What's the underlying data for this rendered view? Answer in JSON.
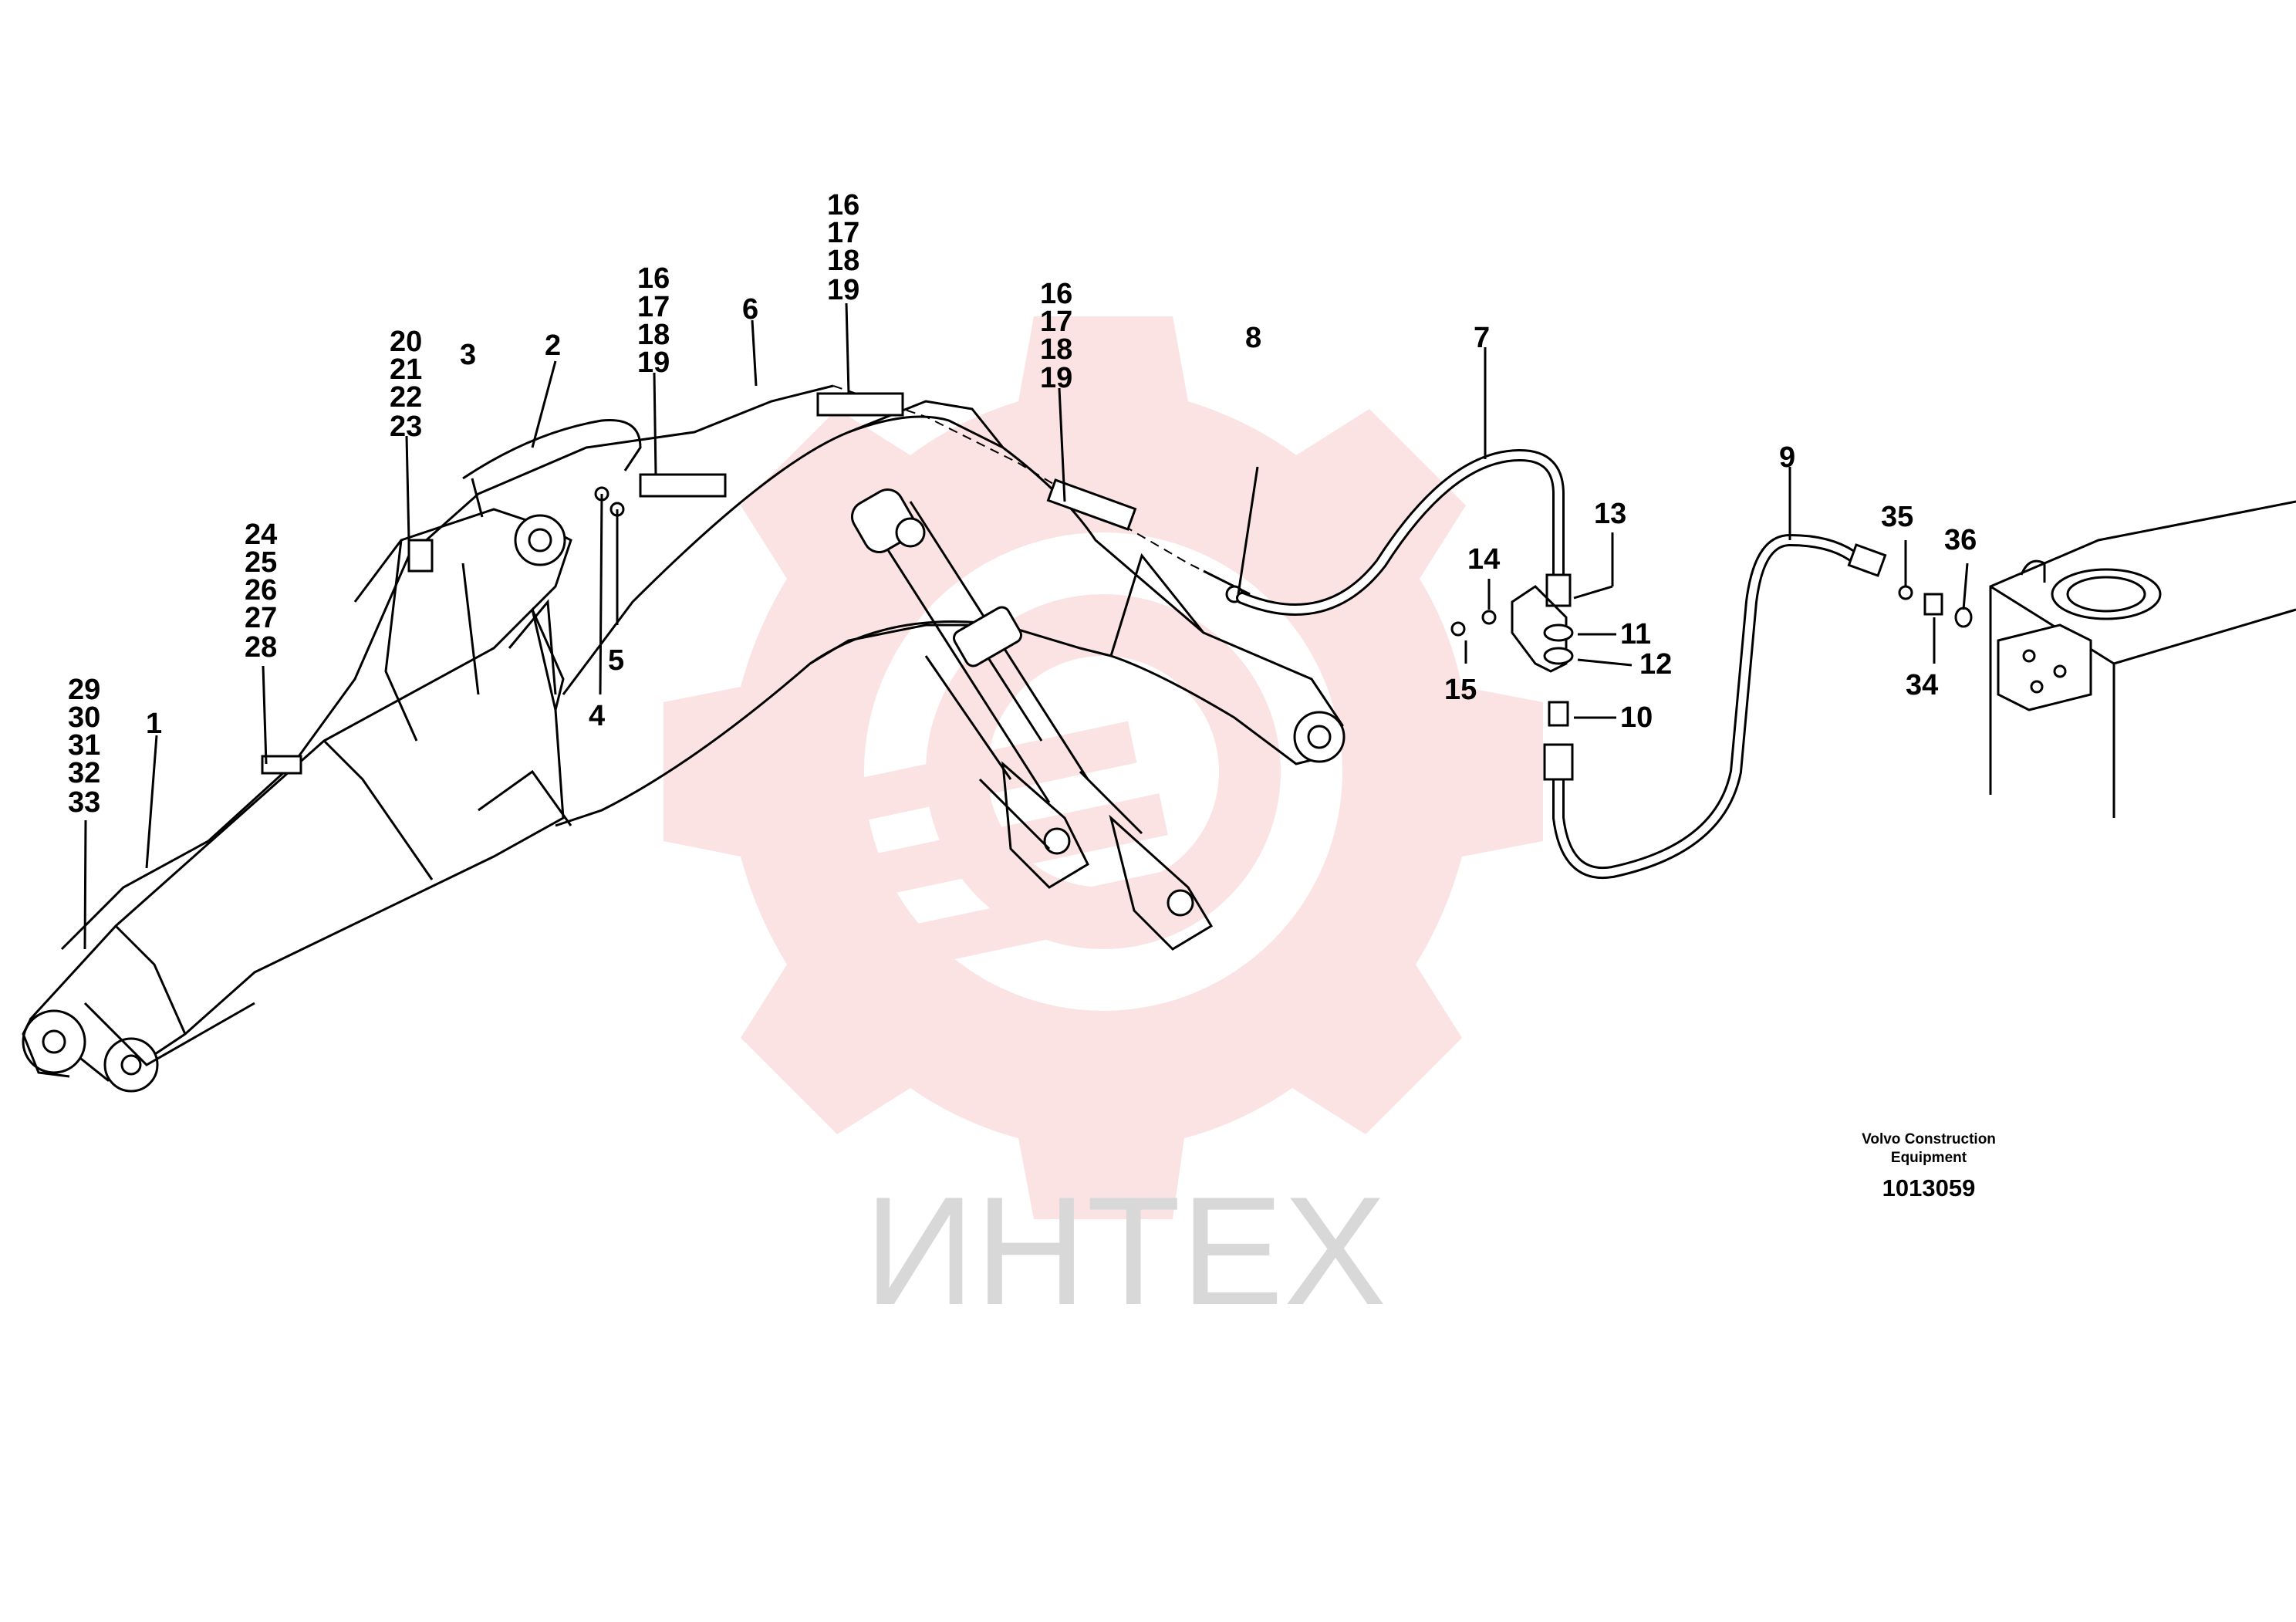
{
  "watermark": {
    "text": "ИНТЕХ",
    "color": "#d8d8d8",
    "gear_color": "#fbe3e3",
    "gear_icon": "gear-icon"
  },
  "caption": {
    "line1": "Volvo Construction",
    "line2": "Equipment",
    "drawing_number": "1013059"
  },
  "callouts": {
    "c1": "1",
    "c2": "2",
    "c3": "3",
    "c4": "4",
    "c5": "5",
    "c6": "6",
    "c7": "7",
    "c8": "8",
    "c9": "9",
    "c10": "10",
    "c11": "11",
    "c12": "12",
    "c13": "13",
    "c14": "14",
    "c15": "15",
    "c34": "34",
    "c35": "35",
    "c36": "36",
    "stack_a": [
      "20",
      "21",
      "22",
      "23"
    ],
    "stack_b": [
      "24",
      "25",
      "26",
      "27",
      "28"
    ],
    "stack_c": [
      "29",
      "30",
      "31",
      "32",
      "33"
    ],
    "stack_d": [
      "16",
      "17",
      "18",
      "19"
    ],
    "stack_e": [
      "16",
      "17",
      "18",
      "19"
    ],
    "stack_f": [
      "16",
      "17",
      "18",
      "19"
    ]
  }
}
